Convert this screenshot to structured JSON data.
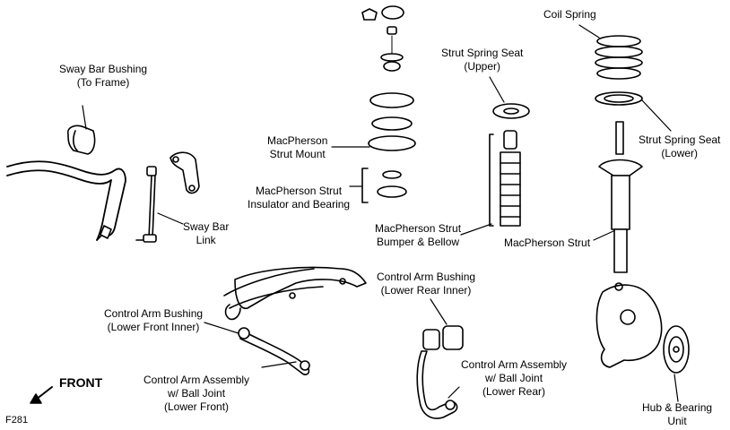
{
  "labels": {
    "sway_bar_bushing": [
      "Sway Bar Bushing",
      "(To Frame)"
    ],
    "sway_bar_link": [
      "Sway Bar",
      "Link"
    ],
    "macpherson_strut_mount": [
      "MacPherson",
      "Strut Mount"
    ],
    "macpherson_strut_insulator": [
      "MacPherson Strut",
      "Insulator and Bearing"
    ],
    "strut_spring_seat_upper": [
      "Strut Spring Seat",
      "(Upper)"
    ],
    "macpherson_strut_bumper": [
      "MacPherson Strut",
      "Bumper & Bellow"
    ],
    "coil_spring": [
      "Coil Spring"
    ],
    "strut_spring_seat_lower": [
      "Strut Spring Seat",
      "(Lower)"
    ],
    "macpherson_strut": [
      "MacPherson Strut"
    ],
    "control_arm_bushing_front": [
      "Control Arm Bushing",
      "(Lower Front Inner)"
    ],
    "control_arm_assembly_front": [
      "Control Arm Assembly",
      "w/ Ball Joint",
      "(Lower Front)"
    ],
    "control_arm_bushing_rear": [
      "Control Arm Bushing",
      "(Lower Rear Inner)"
    ],
    "control_arm_assembly_rear": [
      "Control Arm Assembly",
      "w/ Ball Joint",
      "(Lower Rear)"
    ],
    "hub_bearing_unit": [
      "Hub & Bearing",
      "Unit"
    ],
    "front": [
      "FRONT"
    ],
    "figure_code": [
      "F281"
    ]
  },
  "colors": {
    "ink": "#000000",
    "paper": "#ffffff"
  },
  "icons": {
    "front_arrow": "arrow-down-left-icon"
  }
}
